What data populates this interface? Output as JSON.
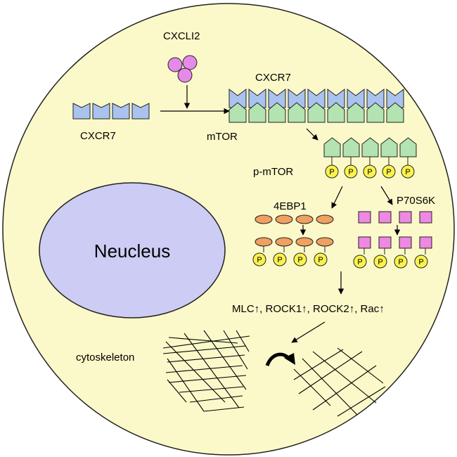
{
  "labels": {
    "ligand": "CXCLI2",
    "receptor_left": "CXCR7",
    "receptor_top": "CXCR7",
    "mtor": "mTOR",
    "pmtor": "p-mTOR",
    "ebp": "4EBP1",
    "p70": "P70S6K",
    "phospho": "P",
    "nucleus": "Neucleus",
    "effectors": "MLC↑, ROCK1↑, ROCK2↑, Rac↑",
    "cytoskeleton": "cytoskeleton"
  },
  "colors": {
    "cell": "#fbf9c9",
    "nucleus": "#ccccf4",
    "receptor": "#a9c3ee",
    "mtor": "#b3e3b0",
    "ligand": "#e58ae8",
    "phospho": "#faf24c",
    "ebp1": "#f0a060",
    "p70s6k": "#ef88e2"
  },
  "icons": {
    "rotate_arrow": "curved-arrow-icon"
  }
}
